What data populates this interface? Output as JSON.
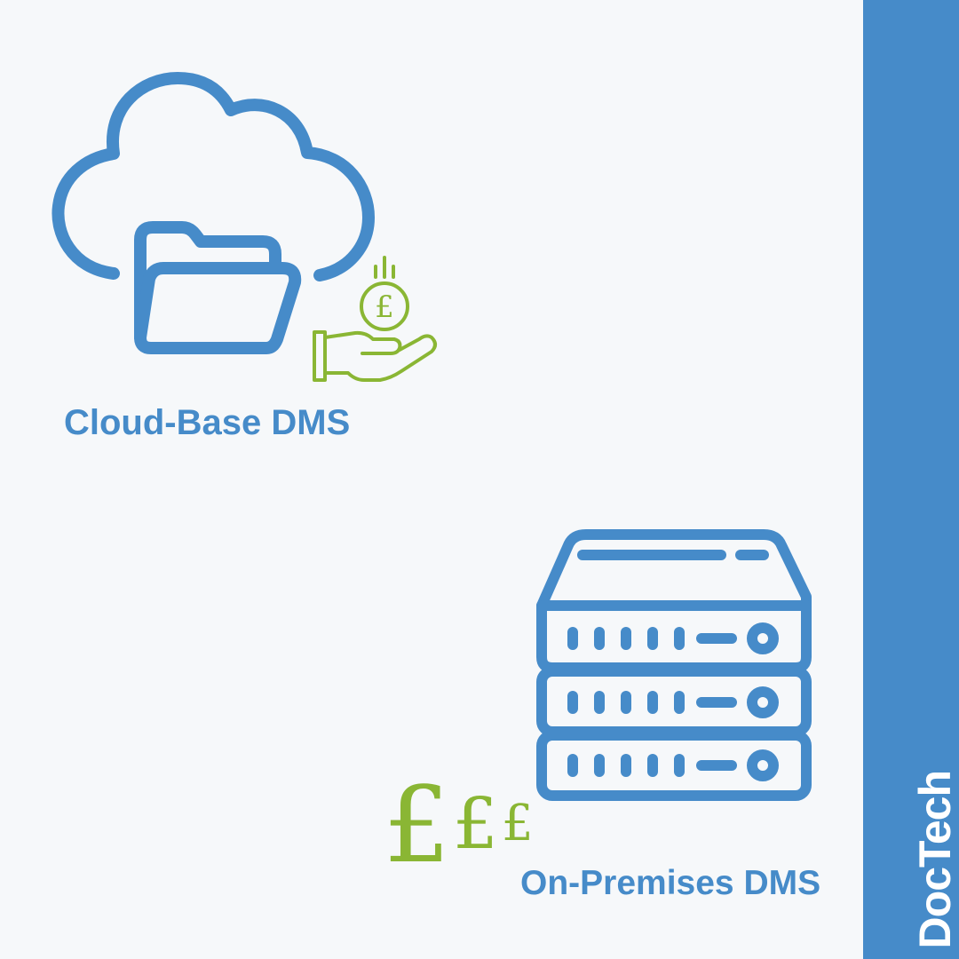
{
  "cloud": {
    "label": "Cloud-Base DMS",
    "icon": "cloud-folder-icon",
    "cost_icon": "hand-coin-pound-icon"
  },
  "on_premises": {
    "label": "On-Premises DMS",
    "icon": "server-rack-icon",
    "cost_symbols": [
      "£",
      "£",
      "£"
    ]
  },
  "brand": {
    "logo": "DocTech"
  },
  "colors": {
    "blue": "#468bc9",
    "green": "#8ab634",
    "background": "#f6f8fa"
  }
}
